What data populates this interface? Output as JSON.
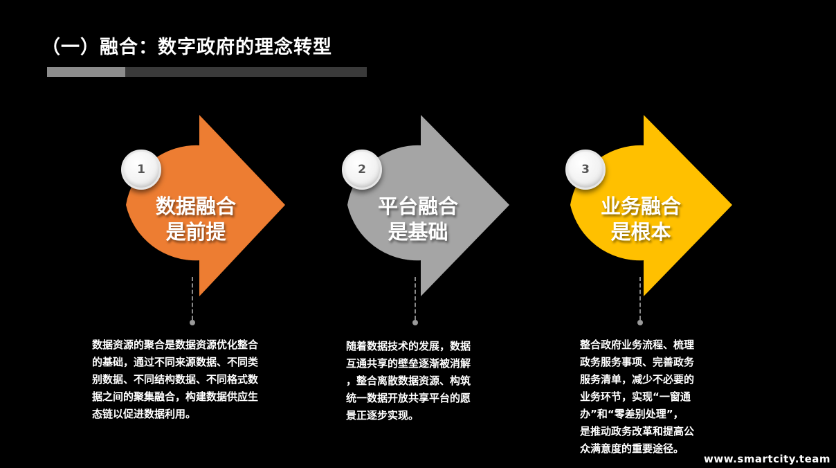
{
  "slide": {
    "title": "（一）融合：数字政府的理念转型",
    "footer": "www.smartcity.team",
    "colors": {
      "background": "#000000",
      "orange": "#ED7D31",
      "gray": "#A5A5A5",
      "yellow": "#FFC000"
    },
    "items": [
      {
        "number": "1",
        "headline_line1": "数据融合",
        "headline_line2": "是前提",
        "description": "数据资源的聚合是数据资源优化整合\n的基础，通过不同来源数据、不同类\n别数据、不同结构数据、不同格式数\n据之间的聚集融合，构建数据供应生\n态链以促进数据利用。"
      },
      {
        "number": "2",
        "headline_line1": "平台融合",
        "headline_line2": "是基础",
        "description": "随着数据技术的发展，数据\n互通共享的壁垒逐渐被消解\n，整合离散数据资源、构筑\n统一数据开放共享平台的愿\n景正逐步实现。"
      },
      {
        "number": "3",
        "headline_line1": "业务融合",
        "headline_line2": "是根本",
        "description": "整合政府业务流程、梳理\n政务服务事项、完善政务\n服务清单，减少不必要的\n业务环节，实现“一窗通\n办”和“零差别处理”，\n是推动政务改革和提高公\n众满意度的重要途径。"
      }
    ]
  }
}
